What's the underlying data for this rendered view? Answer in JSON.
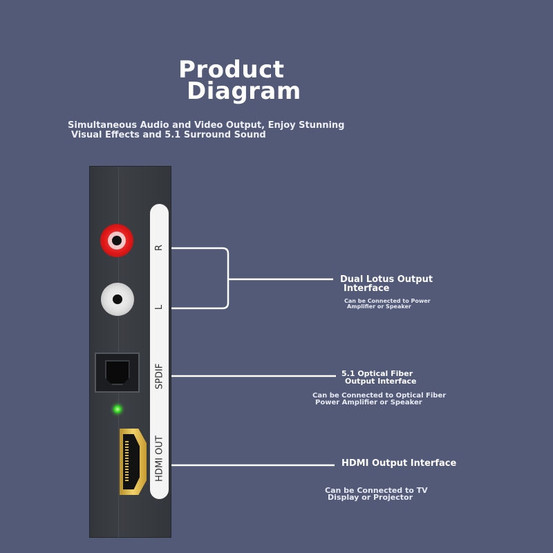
{
  "header": {
    "title_line1": "Product",
    "title_line2": "Diagram",
    "subtitle_line1": "Simultaneous Audio and Video Output, Enjoy Stunning",
    "subtitle_line2": "Visual Effects and 5.1 Surround Sound"
  },
  "device": {
    "labels": {
      "right": "R",
      "left": "L",
      "spdif": "SPDIF",
      "hdmi_out": "HDMI OUT"
    },
    "colors": {
      "body": "#3a3d42",
      "rca_right": "#e01818",
      "rca_left": "#dcdcdc",
      "led": "#38d62a",
      "hdmi_port": "#e0b84a"
    }
  },
  "callouts": {
    "lotus": {
      "title_line1": "Dual Lotus Output",
      "title_line2": "Interface",
      "note_line1": "Can be Connected to Power",
      "note_line2": "Amplifier or Speaker"
    },
    "optical": {
      "title_line1": "5.1 Optical Fiber",
      "title_line2": "Output Interface",
      "note_line1": "Can be Connected to Optical Fiber",
      "note_line2": "Power Amplifier or Speaker"
    },
    "hdmi": {
      "title": "HDMI Output Interface",
      "note_line1": "Can be Connected to TV",
      "note_line2": "Display or Projector"
    }
  },
  "colors": {
    "background": "#525a78",
    "text": "#ffffff",
    "connector_line": "#ffffff"
  }
}
